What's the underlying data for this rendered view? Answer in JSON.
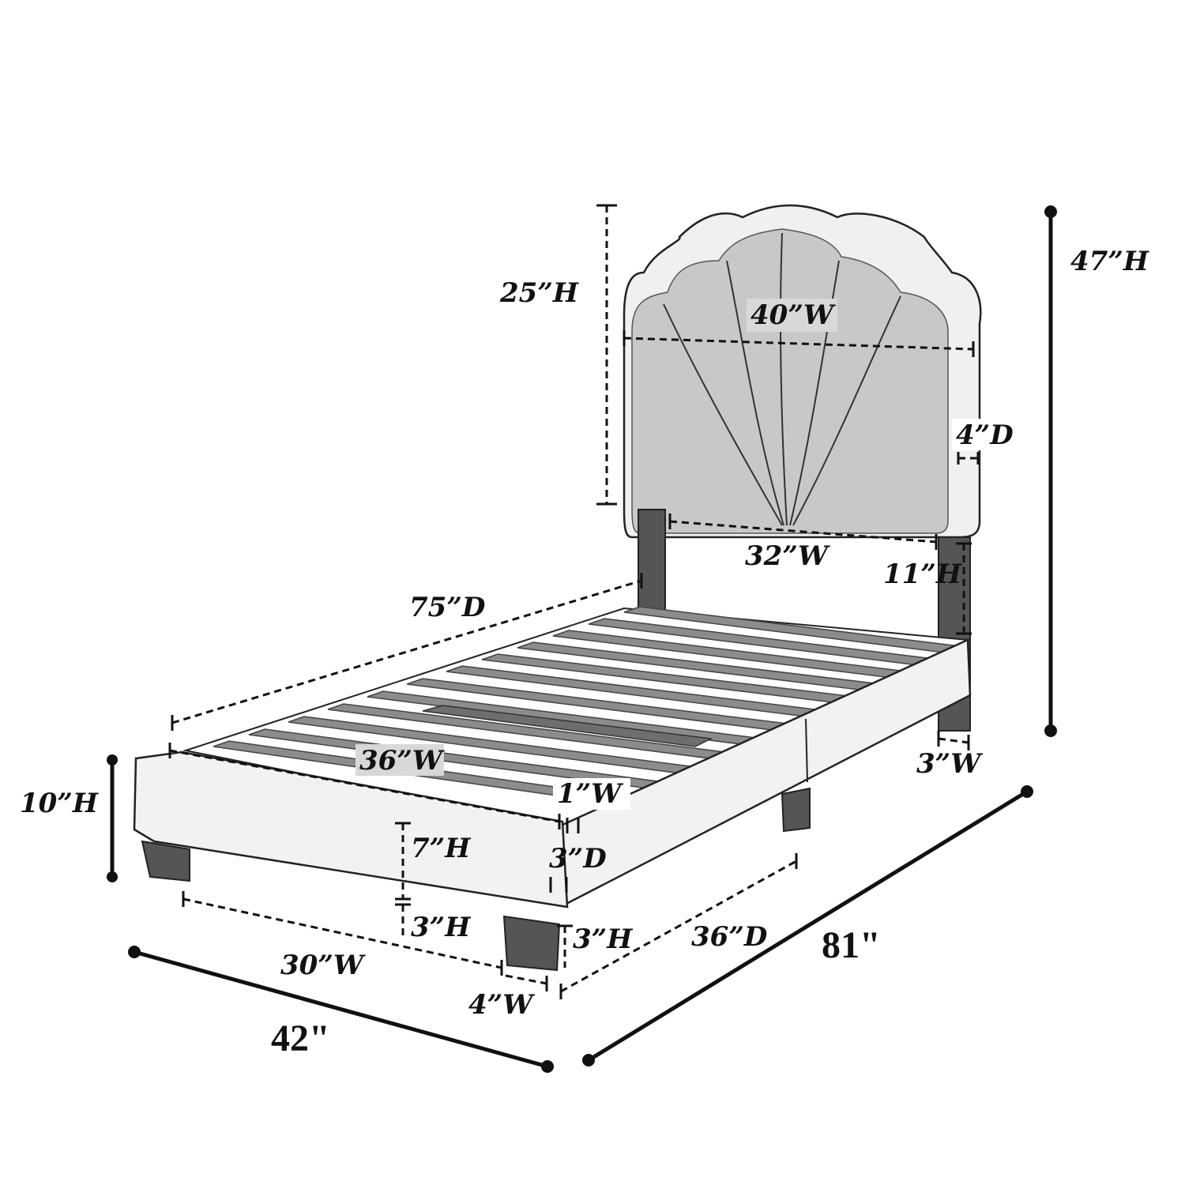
{
  "colors": {
    "line": "#111111",
    "headboard_panel": "#c8c8c8",
    "headboard_frame": "#f0f0f0",
    "slats": "#8c8c8c",
    "legs": "#555555",
    "frame": "#f2f2f2"
  },
  "dimensions": {
    "headboard_height": "25”H",
    "headboard_width": "40”W",
    "headboard_depth": "4”D",
    "overall_height": "47”H",
    "post_spacing": "32”W",
    "post_height": "11”H",
    "inner_length": "75”D",
    "inner_width": "36”W",
    "slat_width": "1”W",
    "rail_height": "10”H",
    "side_rail_height": "7”H",
    "rail_depth": "3”D",
    "clearance_left": "3”H",
    "clearance_right": "3”H",
    "leg_spacing_width": "30”W",
    "leg_spacing_depth": "36”D",
    "leg_width_front": "4”W",
    "leg_width_back": "3”W",
    "overall_width": "42\"",
    "overall_length": "81\""
  }
}
